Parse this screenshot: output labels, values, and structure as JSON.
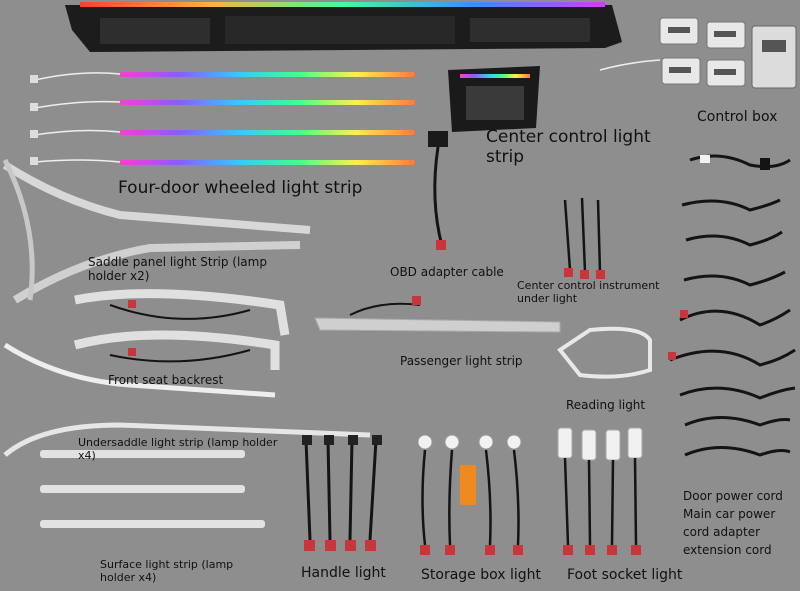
{
  "labels": {
    "center_control_light_strip": "Center control light strip",
    "control_box": "Control box",
    "four_door_wheeled_light_strip": "Four-door wheeled light strip",
    "saddle_panel_light_strip": "Saddle panel light Strip (lamp holder x2)",
    "obd_adapter_cable": "OBD adapter cable",
    "center_control_instrument_under_light": "Center control instrument under light",
    "passenger_light_strip": "Passenger light strip",
    "front_seat_backrest": "Front seat backrest",
    "reading_light": "Reading light",
    "undersaddle_light_strip": "Undersaddle light strip (lamp holder x4)",
    "surface_light_strip": "Surface light strip (lamp holder x4)",
    "handle_light": "Handle light",
    "storage_box_light": "Storage box light",
    "foot_socket_light": "Foot socket light",
    "door_power_cord": "Door power cord Main car power cord adapter extension cord"
  },
  "colors": {
    "background": "#8e8e8e",
    "dashboard_frame": "#1c1c1c",
    "diffuser_white": "#e6e6e6",
    "cable_black": "#141414",
    "connector_red": "#c8353b",
    "label_text": "#111111"
  }
}
